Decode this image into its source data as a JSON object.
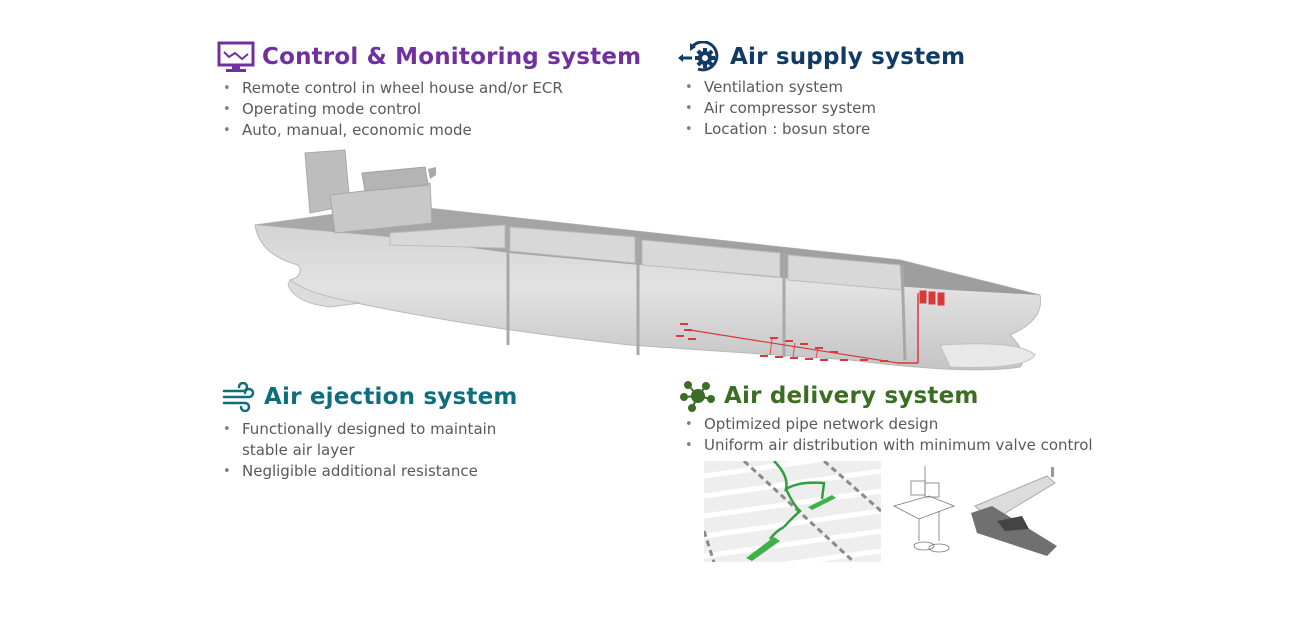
{
  "sections": {
    "control": {
      "title": "Control & Monitoring system",
      "icon": "monitor-chart-icon",
      "color": "#7030A0",
      "bullets": [
        "Remote control in wheel house and/or ECR",
        "Operating mode control",
        "Auto, manual, economic mode"
      ]
    },
    "supply": {
      "title": "Air supply system",
      "icon": "gear-cycle-icon",
      "color": "#0F3B66",
      "bullets": [
        "Ventilation system",
        "Air compressor system",
        "Location : bosun store"
      ]
    },
    "ejection": {
      "title": "Air ejection system",
      "icon": "wind-icon",
      "color": "#0E6E7E",
      "bullets": [
        "Functionally designed to maintain",
        "stable air layer",
        "Negligible additional resistance"
      ]
    },
    "delivery": {
      "title": "Air delivery system",
      "icon": "network-nodes-icon",
      "color": "#3B6E22",
      "bullets": [
        "Optimized pipe network design",
        "Uniform air distribution with minimum valve control"
      ]
    }
  },
  "illustrations": {
    "ship": "ship-hull-3d-model",
    "thumbnails": [
      "pipe-network-render",
      "ejector-technical-drawing",
      "air-ejector-nozzle-render"
    ]
  }
}
